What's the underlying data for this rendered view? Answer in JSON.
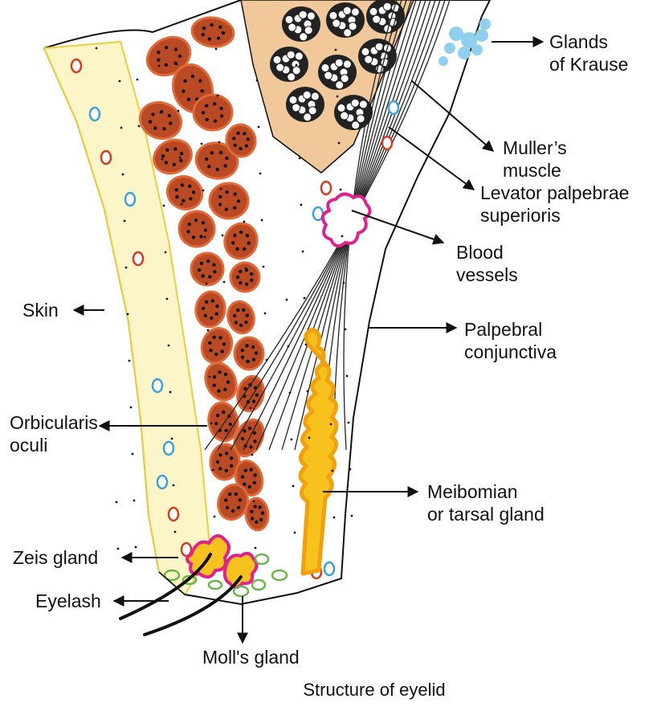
{
  "caption": "Structure of eyelid",
  "labels": {
    "glands_of_krause": [
      "Glands",
      "of Krause"
    ],
    "mullers_muscle": [
      "Muller’s",
      "muscle"
    ],
    "levator": [
      "Levator palpebrae",
      "superioris"
    ],
    "blood_vessels": [
      "Blood",
      "vessels"
    ],
    "skin": [
      "Skin"
    ],
    "palpebral_conjunctiva": [
      "Palpebral",
      "conjunctiva"
    ],
    "orbicularis_oculi": [
      "Orbicularis",
      "oculi"
    ],
    "meibomian_gland": [
      "Meibomian",
      "or tarsal gland"
    ],
    "zeis_gland": [
      "Zeis gland"
    ],
    "eyelash": [
      "Eyelash"
    ],
    "molls_gland": [
      "Moll's gland"
    ]
  },
  "colors": {
    "skin": "#fbf5c8",
    "muscle_fill": "#b94a24",
    "muscle_edge": "#e06a3a",
    "levator_fat": "#f1c89a",
    "krause": "#8fd0ef",
    "blood_red": "#d93b1e",
    "blood_blue": "#3aa3d8",
    "meibomian": "#f7c21e",
    "meibomian_edge": "#f2a10c",
    "zeis": "#e0208f",
    "moll": "#6bb64a"
  }
}
